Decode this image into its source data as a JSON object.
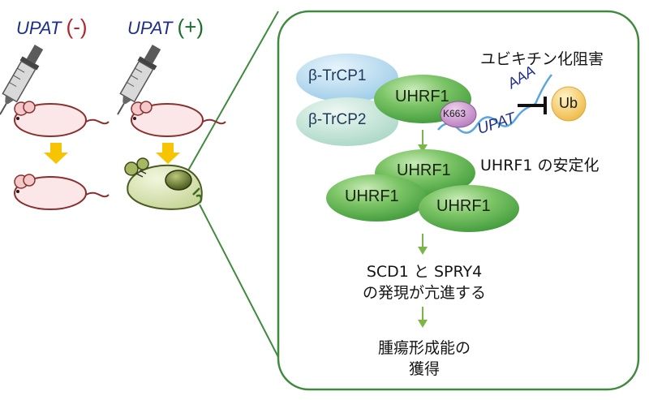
{
  "left_panel": {
    "conditions": [
      {
        "name": "UPAT",
        "sign": "(-)"
      },
      {
        "name": "UPAT",
        "sign": "(+)"
      }
    ]
  },
  "right_panel": {
    "beta_trcp1": "β-TrCP1",
    "beta_trcp2": "β-TrCP2",
    "uhrf1_top": "UHRF1",
    "k663": "K663",
    "aaa": "AAA",
    "upat_rna": "UPAT",
    "ub": "Ub",
    "ubiquitin_inhibition": "ユビキチン化阻害",
    "stabilization": "UHRF1 の安定化",
    "uhrf1_cluster": [
      "UHRF1",
      "UHRF1",
      "UHRF1"
    ],
    "result_line1": "SCD1 と SPRY4",
    "result_line2": "の発現が亢進する",
    "outcome_line1": "腫瘍形成能の",
    "outcome_line2": "獲得"
  },
  "colors": {
    "panel_border": "#3f8a3f",
    "uhrf1_green": "#5db84e",
    "beta1_blue": "#a9d4ee",
    "beta2_teal": "#b9e0d3",
    "k663_purple": "#c58cc9",
    "ub_yellow": "#f3c65a",
    "rna_line": "#5aa6dd",
    "arrow_green": "#7ab648",
    "transition_arrow": "#f6c400",
    "tumor_mouse": "#dfe8b9",
    "healthy_mouse": "#fbe7e7"
  }
}
